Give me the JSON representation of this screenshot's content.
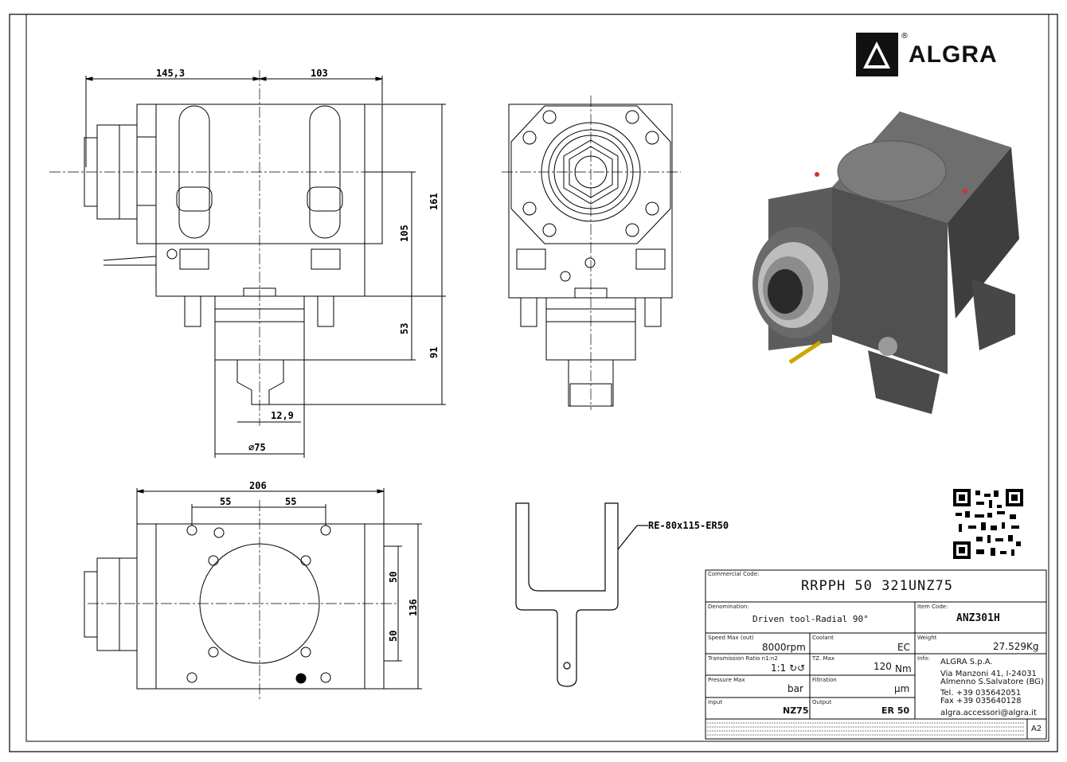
{
  "brand": {
    "name": "ALGRA",
    "registered": "®"
  },
  "dimensions": {
    "d145": "145,3",
    "d103": "103",
    "d161": "161",
    "d105": "105",
    "d53": "53",
    "d91": "91",
    "d129": "12,9",
    "d75": "∅75",
    "d206": "206",
    "d55a": "55",
    "d55b": "55",
    "d50a": "50",
    "d50b": "50",
    "d136": "136"
  },
  "callout": {
    "label": "RE-80x115-ER50"
  },
  "title_block": {
    "commercial_code_label": "Commercial Code:",
    "commercial_code": "RRPPH 50 321UNZ75",
    "denomination_label": "Denomination:",
    "denomination": "Driven tool-Radial 90°",
    "item_code_label": "Item Code:",
    "item_code": "ANZ301H",
    "speed_label": "Speed Max (out)",
    "speed": "8000rpm",
    "coolant_label": "Coolant",
    "coolant": "EC",
    "weight_label": "Weight",
    "weight": "27.529Kg",
    "ratio_label": "Transmission Ratio n1:n2",
    "ratio": "1:1 ↻↺",
    "torque_label": "TZ. Max",
    "torque": "120",
    "torque_unit": "Nm",
    "info_label": "Info:",
    "company": "ALGRA S.p.A.",
    "address1": "Via Manzoni 41, I-24031",
    "address2": "Almenno S.Salvatore (BG)",
    "tel": "Tel. +39 035642051",
    "fax": "Fax +39 035640128",
    "email": "algra.accessori@algra.it",
    "pressure_label": "Pressure Max",
    "pressure": "bar",
    "filtration_label": "Filtration",
    "filtration": "μm",
    "input_label": "Input",
    "input": "NZ75",
    "output_label": "Output",
    "output": "ER 50",
    "sheet_size": "A2"
  }
}
